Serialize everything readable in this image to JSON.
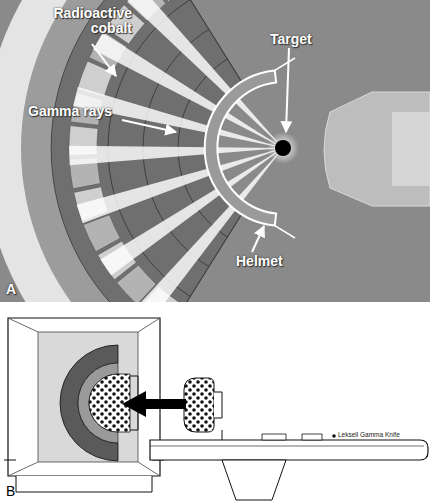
{
  "diagram": {
    "labels": [
      "Radioactive cobalt",
      "Gamma rays",
      "Target",
      "Helmet",
      "A",
      "Leksell Gamma Knife",
      "B"
    ]
  }
}
